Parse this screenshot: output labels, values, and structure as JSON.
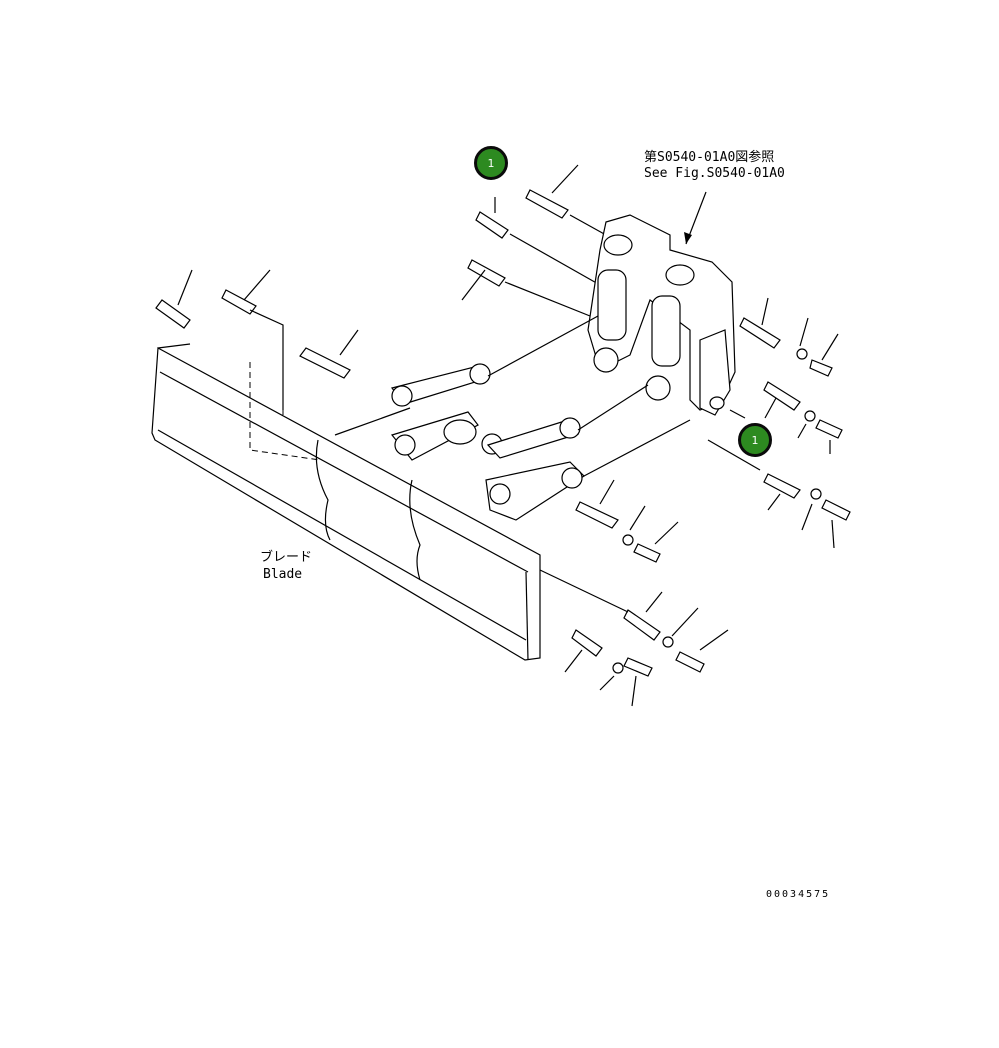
{
  "reference_jp": "第S0540-01A0図参照",
  "reference_en": "See Fig.S0540-01A0",
  "blade_jp": "ブレード",
  "blade_en": "Blade",
  "callout_top": "1",
  "callout_right": "1",
  "drawing_number": "00034575",
  "colors": {
    "callout_fill": "#2d8a20",
    "line": "#000000"
  }
}
